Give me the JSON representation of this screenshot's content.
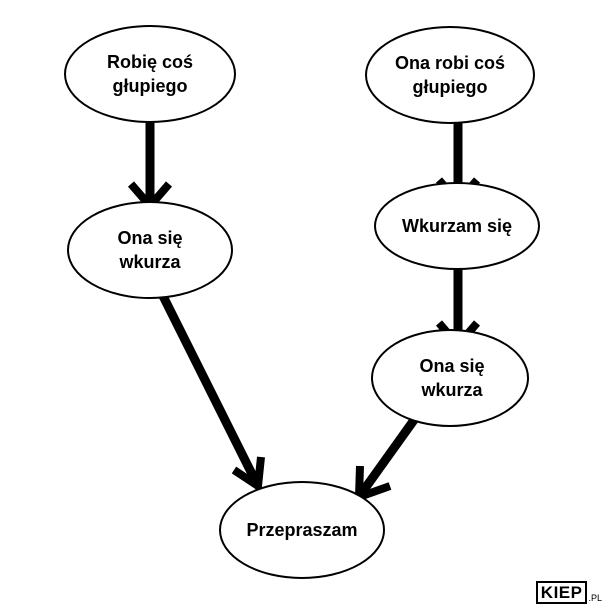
{
  "nodes": [
    {
      "id": "n1",
      "lines": [
        "Robię coś",
        "głupiego"
      ]
    },
    {
      "id": "n2",
      "lines": [
        "Ona się",
        "wkurza"
      ]
    },
    {
      "id": "n3",
      "lines": [
        "Ona robi coś",
        "głupiego"
      ]
    },
    {
      "id": "n4",
      "lines": [
        "Wkurzam się"
      ]
    },
    {
      "id": "n5",
      "lines": [
        "Ona się",
        "wkurza"
      ]
    },
    {
      "id": "n6",
      "lines": [
        "Przepraszam"
      ]
    }
  ],
  "edges": [
    {
      "from": "n1",
      "to": "n2"
    },
    {
      "from": "n3",
      "to": "n4"
    },
    {
      "from": "n4",
      "to": "n5"
    },
    {
      "from": "n2",
      "to": "n6"
    },
    {
      "from": "n5",
      "to": "n6"
    }
  ],
  "watermark": {
    "main": "KIEP",
    "suffix": ".PL"
  },
  "colors": {
    "stroke": "#000000",
    "fill": "#ffffff",
    "text": "#000000"
  }
}
